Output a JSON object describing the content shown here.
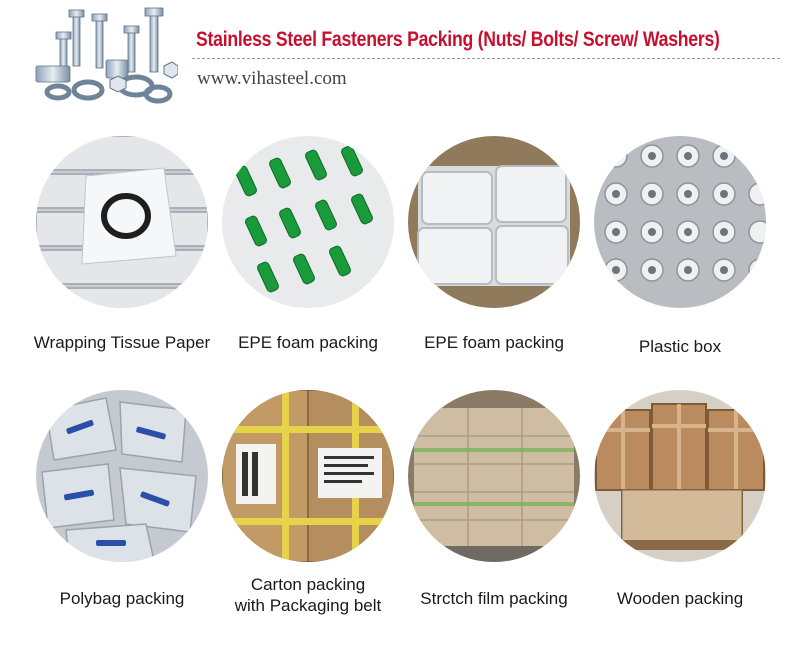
{
  "header": {
    "title": "Stainless Steel Fasteners Packing (Nuts/ Bolts/ Screw/ Washers)",
    "website": "www.vihasteel.com",
    "title_color": "#c8102e"
  },
  "packing_methods": [
    {
      "lines": [
        "Wrapping Tissue Paper"
      ],
      "image": "tissue-wrapped-fastener-photo"
    },
    {
      "lines": [
        "EPE foam packing"
      ],
      "image": "green-fasteners-in-foam-photo"
    },
    {
      "lines": [
        "EPE foam packing"
      ],
      "image": "white-foam-sheets-photo"
    },
    {
      "lines": [
        "Plastic box"
      ],
      "image": "clear-plastic-box-photo"
    },
    {
      "lines": [
        "Polybag packing"
      ],
      "image": "polybags-of-parts-photo"
    },
    {
      "lines": [
        "Carton packing",
        "with Packaging belt"
      ],
      "image": "belted-cartons-photo"
    },
    {
      "lines": [
        "Strctch film packing"
      ],
      "image": "stretch-film-pallet-photo"
    },
    {
      "lines": [
        "Wooden packing"
      ],
      "image": "wooden-crates-photo"
    }
  ]
}
